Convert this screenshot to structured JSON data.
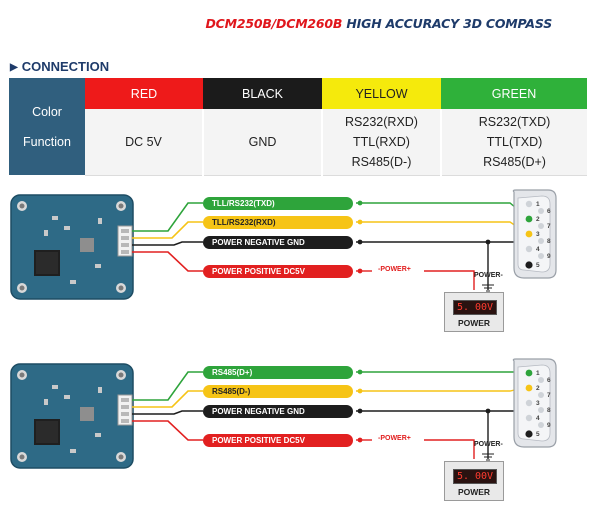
{
  "header": {
    "model": "DCM250B/DCM260B",
    "subtitle": "HIGH ACCURACY 3D COMPASS"
  },
  "section": {
    "title": "CONNECTION",
    "arrow_icon": "triangle-right"
  },
  "table": {
    "row_label": [
      "Color",
      "Function"
    ],
    "columns": [
      {
        "color": "RED",
        "swatch": "#ee1a1a",
        "function": [
          "DC 5V"
        ]
      },
      {
        "color": "BLACK",
        "swatch": "#1b1b1b",
        "function": [
          "GND"
        ]
      },
      {
        "color": "YELLOW",
        "swatch": "#f5ea0c",
        "function": [
          "RS232(RXD)",
          "TTL(RXD)",
          "RS485(D-)"
        ]
      },
      {
        "color": "GREEN",
        "swatch": "#2fb13a",
        "function": [
          "RS232(TXD)",
          "TTL(TXD)",
          "RS485(D+)"
        ]
      }
    ]
  },
  "diagram1": {
    "wires": [
      "TLL/RS232(TXD)",
      "TLL/RS232(RXD)",
      "POWER NEGATIVE GND",
      "POWER POSITIVE DC5V"
    ],
    "power_plus": "-POWER+",
    "power_minus": "POWER-",
    "psu_display": "5. 00V",
    "psu_label": "POWER",
    "pins_left": [
      "1",
      "2",
      "3",
      "4",
      "5"
    ],
    "pins_right": [
      "6",
      "7",
      "8",
      "9"
    ]
  },
  "diagram2": {
    "wires": [
      "RS485(D+)",
      "RS485(D-)",
      "POWER NEGATIVE GND",
      "POWER POSITIVE DC5V"
    ],
    "power_plus": "-POWER+",
    "power_minus": "POWER-",
    "psu_display": "5. 00V",
    "psu_label": "POWER",
    "pins_left": [
      "1",
      "2",
      "3",
      "4",
      "5"
    ],
    "pins_right": [
      "6",
      "7",
      "8",
      "9"
    ]
  },
  "colors": {
    "wire_green": "#2ea43b",
    "wire_yellow": "#f6c416",
    "wire_black": "#1d1d1d",
    "wire_red": "#e22020",
    "board": "#2e6a86",
    "heading": "#1e3b6a"
  }
}
